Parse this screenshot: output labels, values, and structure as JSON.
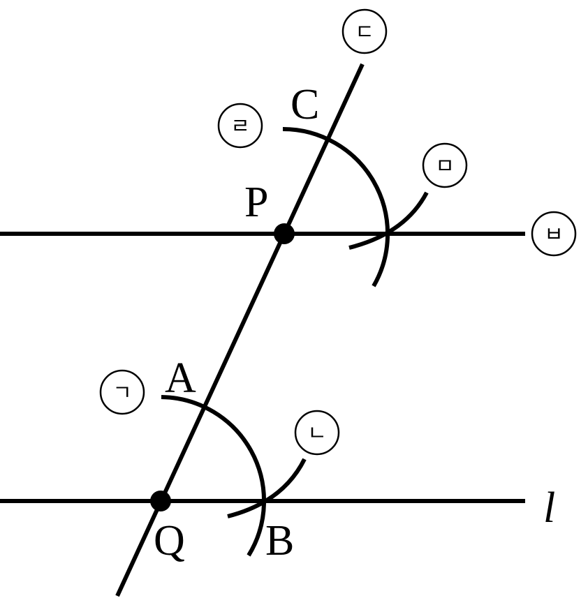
{
  "points": {
    "P": "P",
    "Q": "Q",
    "A": "A",
    "B": "B",
    "C": "C"
  },
  "line_label": "l",
  "steps": {
    "giyeok": "ㄱ",
    "nieun": "ㄴ",
    "digeut": "ㄷ",
    "rieul": "ㄹ",
    "mieum": "ㅁ",
    "bieup": "ㅂ"
  }
}
